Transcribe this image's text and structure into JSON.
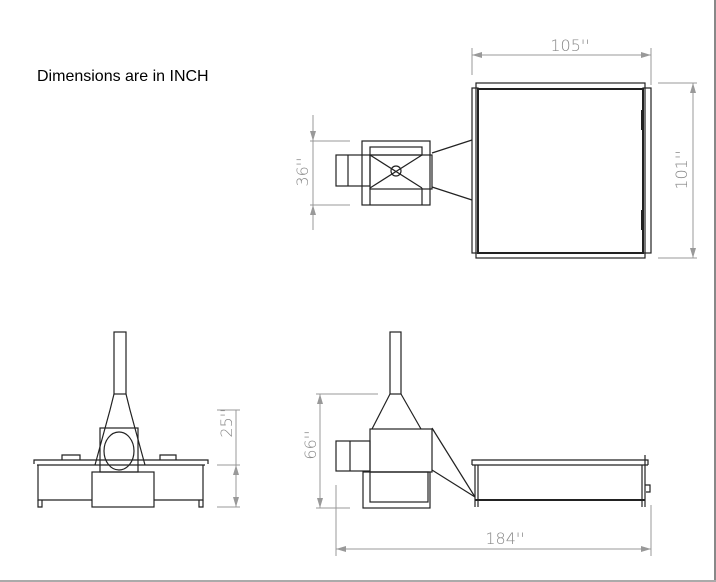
{
  "note": "Dimensions are in INCH",
  "dimensions": {
    "top_width": "105''",
    "top_depth": "101''",
    "unit_width": "36''",
    "front_height": "25''",
    "side_height": "66''",
    "overall_length": "184''"
  }
}
